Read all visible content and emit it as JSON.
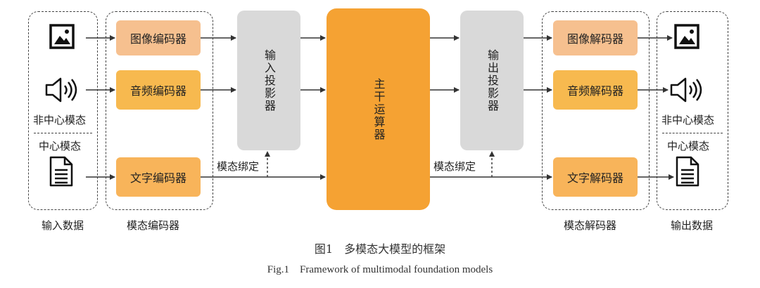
{
  "input": {
    "group_label": "输入数据",
    "noncentral_label": "非中心模态",
    "central_label": "中心模态",
    "icons": [
      "image-icon",
      "speaker-icon",
      "document-icon"
    ]
  },
  "encoders": {
    "group_label": "模态编码器",
    "image": "图像编码器",
    "audio": "音频编码器",
    "text": "文字编码器"
  },
  "input_projector": {
    "label": "输入投影器",
    "binding_label": "模态绑定"
  },
  "backbone": {
    "label": "主干运算器"
  },
  "output_projector": {
    "label": "输出投影器",
    "binding_label": "模态绑定"
  },
  "decoders": {
    "group_label": "模态解码器",
    "image": "图像解码器",
    "audio": "音频解码器",
    "text": "文字解码器"
  },
  "output": {
    "group_label": "输出数据",
    "noncentral_label": "非中心模态",
    "central_label": "中心模态",
    "icons": [
      "image-icon",
      "speaker-icon",
      "document-icon"
    ]
  },
  "caption": {
    "zh": "图1　多模态大模型的框架",
    "en": "Fig.1　Framework of multimodal foundation models"
  },
  "colors": {
    "image_box": "#f6c08f",
    "audio_box": "#f7b94f",
    "text_box": "#f8b45a",
    "projector": "#d9d9d9",
    "backbone": "#f5a233"
  }
}
